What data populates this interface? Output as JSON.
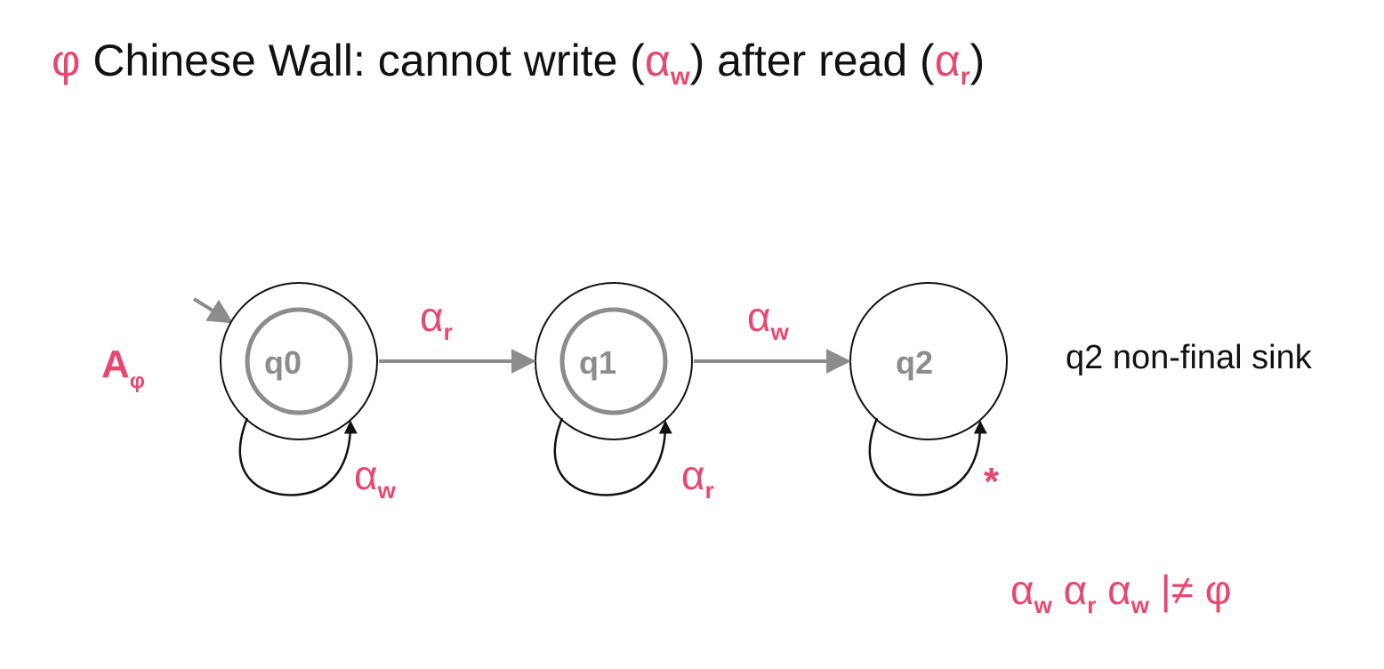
{
  "title": {
    "phi": "φ",
    "text_before": " Chinese Wall: cannot write (",
    "write_alpha": "α",
    "write_sub": "w",
    "text_middle": ") after read (",
    "read_alpha": "α",
    "read_sub": "r",
    "text_end": ")"
  },
  "automaton": {
    "name": "A",
    "name_sub": "φ",
    "states": [
      {
        "id": "q0",
        "label": "q0",
        "final": true,
        "initial": true
      },
      {
        "id": "q1",
        "label": "q1",
        "final": true,
        "initial": false
      },
      {
        "id": "q2",
        "label": "q2",
        "final": false,
        "initial": false
      }
    ],
    "transitions": [
      {
        "from": "q0",
        "to": "q1",
        "symbol": "α",
        "sub": "r"
      },
      {
        "from": "q1",
        "to": "q2",
        "symbol": "α",
        "sub": "w"
      },
      {
        "from": "q0",
        "to": "q0",
        "symbol": "α",
        "sub": "w"
      },
      {
        "from": "q1",
        "to": "q1",
        "symbol": "α",
        "sub": "r"
      },
      {
        "from": "q2",
        "to": "q2",
        "symbol": "*",
        "sub": ""
      }
    ]
  },
  "note": "q2 non-final sink",
  "formula": {
    "a1": "α",
    "s1": "w",
    "a2": "α",
    "s2": "r",
    "a3": "α",
    "s3": "w",
    "rel": " |≠ φ"
  },
  "colors": {
    "accent": "#e8476f",
    "state_gray": "#8c8c8c",
    "text": "#111111"
  }
}
